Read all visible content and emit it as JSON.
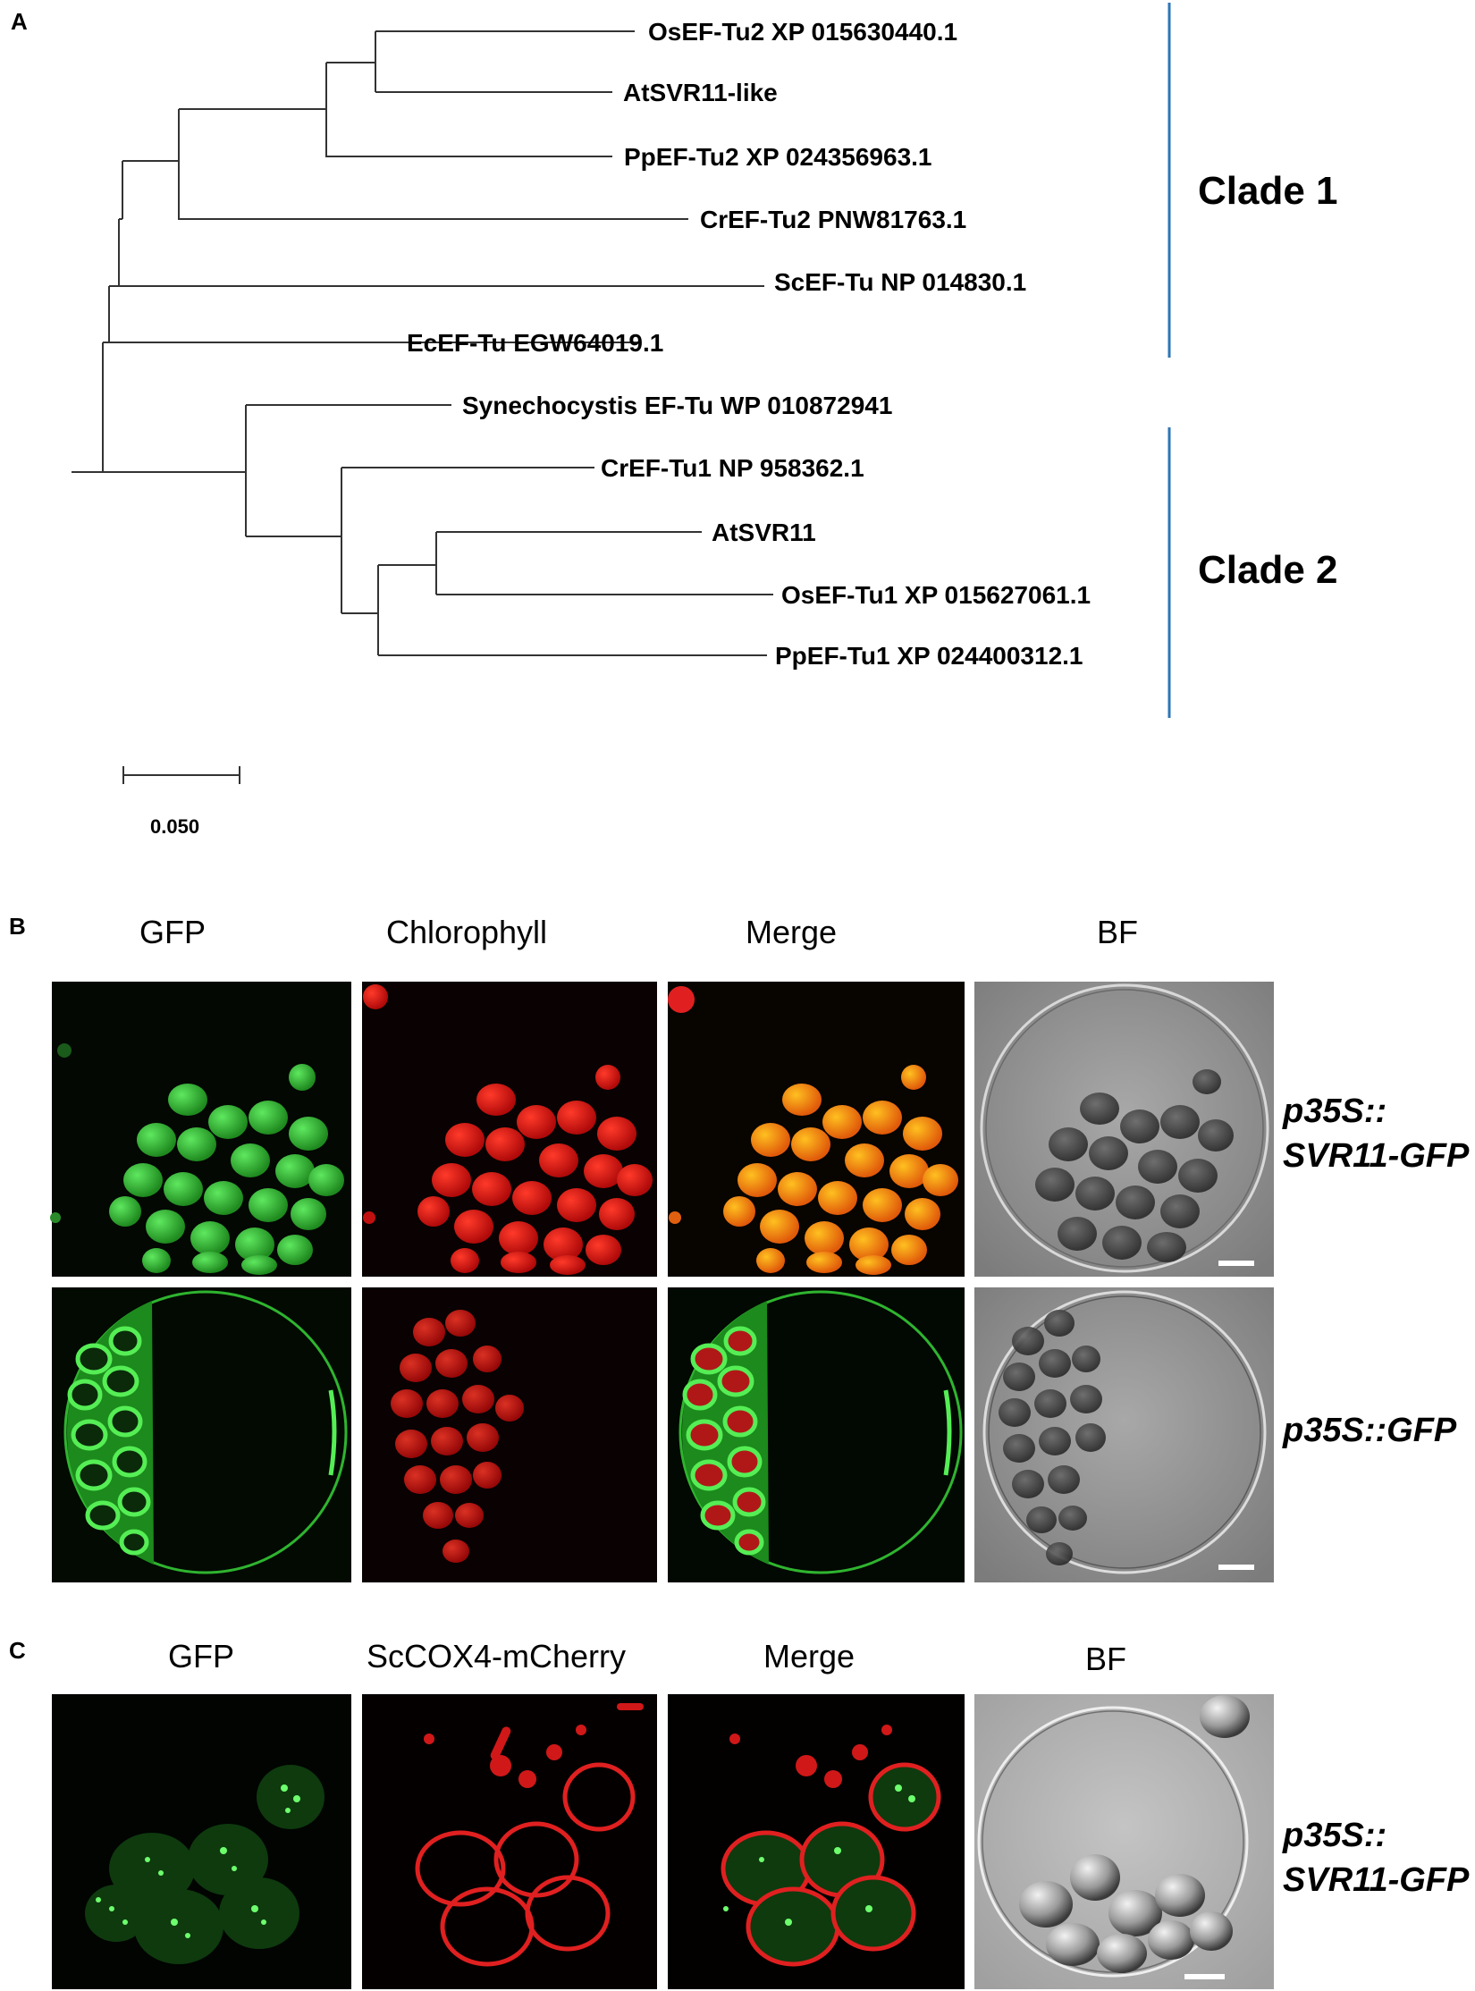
{
  "panel_a": {
    "letter": "A",
    "leaves": [
      "OsEF-Tu2 XP 015630440.1",
      "AtSVR11-like",
      "PpEF-Tu2 XP 024356963.1",
      "CrEF-Tu2 PNW81763.1",
      "ScEF-Tu NP 014830.1",
      "EcEF-Tu EGW64019.1",
      "Synechocystis EF-Tu WP 010872941",
      "CrEF-Tu1 NP 958362.1",
      "AtSVR11",
      "OsEF-Tu1 XP 015627061.1",
      "PpEF-Tu1 XP 024400312.1"
    ],
    "clades": [
      "Clade 1",
      "Clade 2"
    ],
    "clade_color": "#2e75b6",
    "scale_label": "0.050"
  },
  "panel_b": {
    "letter": "B",
    "columns": [
      "GFP",
      "Chlorophyll",
      "Merge",
      "BF"
    ],
    "rows": [
      {
        "label_line1": "p35S::",
        "label_line2": "SVR11-GFP"
      },
      {
        "label_line1": "p35S::GFP",
        "label_line2": ""
      }
    ]
  },
  "panel_c": {
    "letter": "C",
    "columns": [
      "GFP",
      "ScCOX4-mCherry",
      "Merge",
      "BF"
    ],
    "rows": [
      {
        "label_line1": "p35S::",
        "label_line2": "SVR11-GFP"
      }
    ]
  },
  "colors": {
    "gfp": "#38c838",
    "chlorophyll": "#e01010",
    "merge": "#f08c10",
    "bf_background": "#9a9a9a"
  }
}
